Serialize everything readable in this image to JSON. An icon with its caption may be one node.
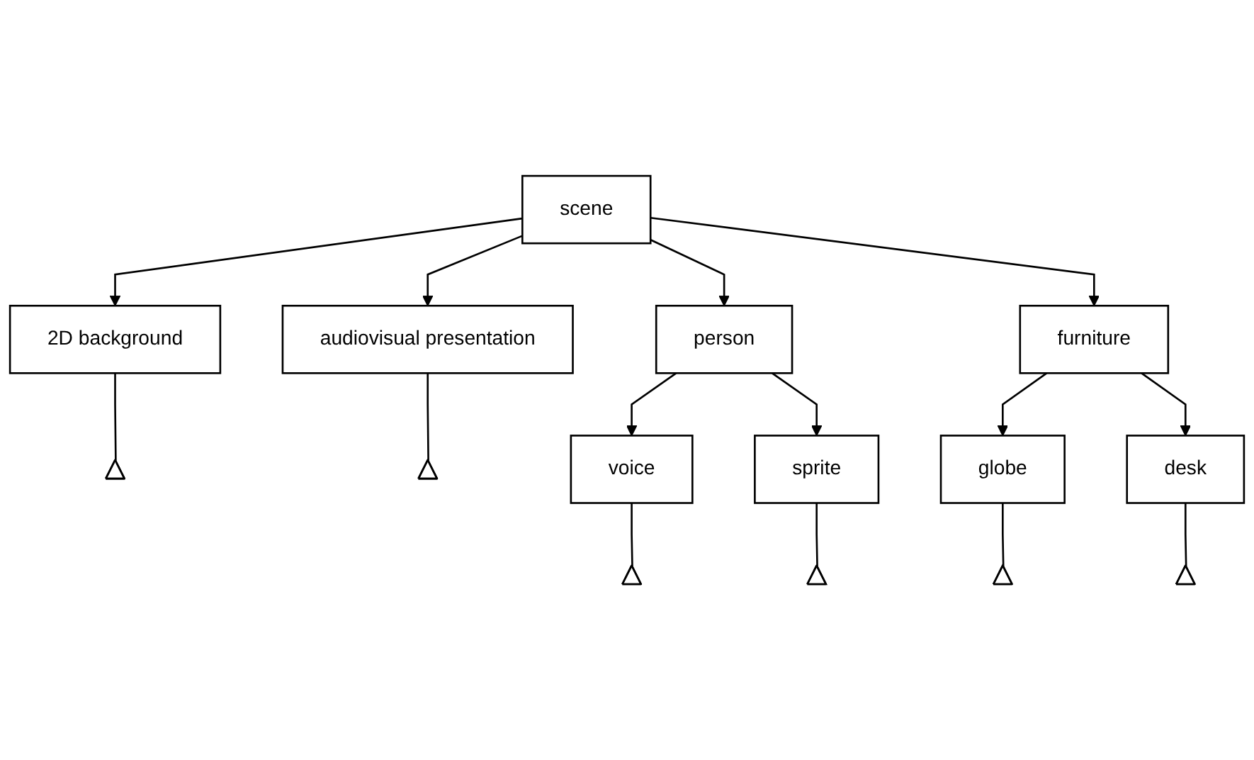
{
  "diagram": {
    "nodes": [
      {
        "text": [
          "scene"
        ]
      },
      {
        "text": [
          "person"
        ]
      },
      {
        "text": [
          "2D background"
        ]
      },
      {
        "text": [
          "furniture"
        ]
      },
      {
        "text": [
          "audiovisual presentation"
        ]
      },
      {
        "text": [],
        "shape": "triangle"
      },
      {
        "text": [],
        "shape": "triangle"
      },
      {
        "text": [
          "voice"
        ]
      },
      {
        "text": [
          "sprite"
        ]
      },
      {
        "text": [
          "globe"
        ]
      },
      {
        "text": [
          "desk"
        ]
      },
      {
        "text": [],
        "shape": "triangle"
      },
      {
        "text": [],
        "shape": "triangle"
      },
      {
        "text": [],
        "shape": "triangle"
      },
      {
        "text": [],
        "shape": "triangle"
      }
    ],
    "edges": [
      {
        "from": 0,
        "to": 1,
        "arrow": "to"
      },
      {
        "from": 0,
        "to": 2,
        "arrow": "to"
      },
      {
        "from": 0,
        "to": 3,
        "arrow": "to"
      },
      {
        "from": 0,
        "to": 4,
        "arrow": "to"
      },
      {
        "from": 2,
        "to": 5,
        "arrow": "none"
      },
      {
        "from": 4,
        "to": 6,
        "arrow": "none"
      },
      {
        "from": 1,
        "to": 7,
        "arrow": "to"
      },
      {
        "from": 1,
        "to": 8,
        "arrow": "to"
      },
      {
        "from": 3,
        "to": 9,
        "arrow": "to"
      },
      {
        "from": 3,
        "to": 10,
        "arrow": "to"
      },
      {
        "from": 7,
        "to": 11,
        "arrow": "none"
      },
      {
        "from": 8,
        "to": 12,
        "arrow": "none"
      },
      {
        "from": 9,
        "to": 13,
        "arrow": "none"
      },
      {
        "from": 10,
        "to": 14,
        "arrow": "none"
      }
    ]
  }
}
